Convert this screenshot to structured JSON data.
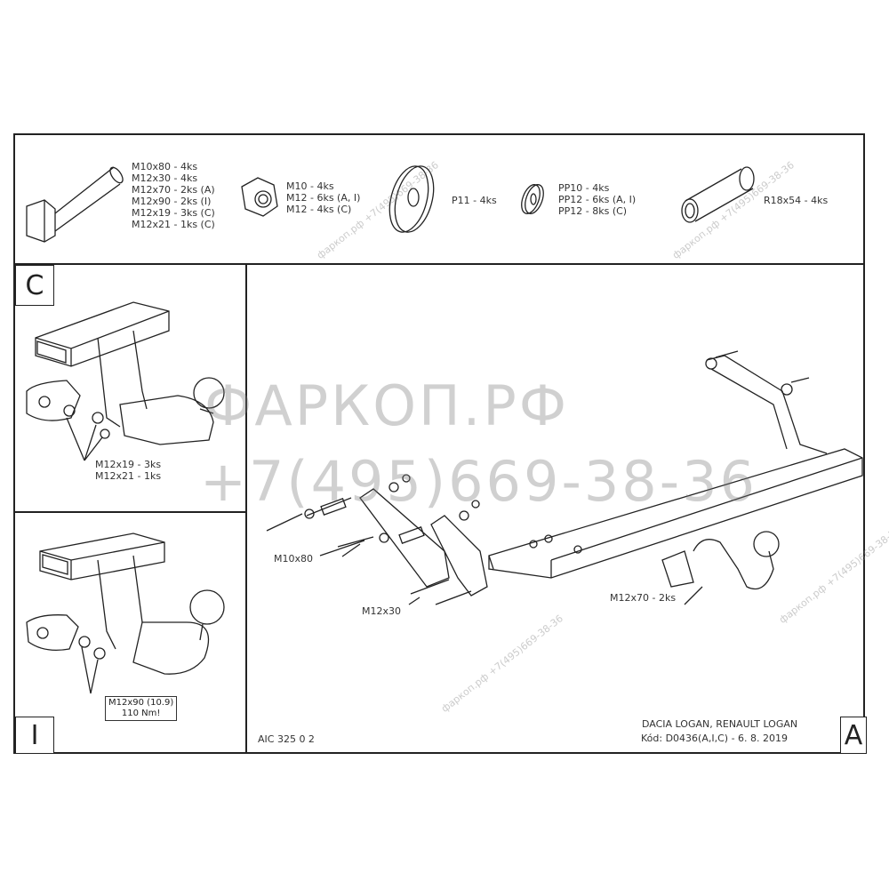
{
  "parts": {
    "bolts": [
      "M10x80 - 4ks",
      "M12x30 - 4ks",
      "M12x70 - 2ks (A)",
      "M12x90 - 2ks (I)",
      "M12x19 - 3ks (C)",
      "M12x21 - 1ks (C)"
    ],
    "nuts": [
      "M10 - 4ks",
      "M12 - 6ks (A, I)",
      "M12 - 4ks (C)"
    ],
    "large_washer": [
      "P11 - 4ks"
    ],
    "washers": [
      "PP10 - 4ks",
      "PP12 - 6ks (A, I)",
      "PP12 - 8ks (C)"
    ],
    "spacer": [
      "R18x54 - 4ks"
    ]
  },
  "view_c": {
    "letter": "C",
    "callouts": [
      "M12x19 - 3ks",
      "M12x21 - 1ks"
    ]
  },
  "view_i": {
    "letter": "I",
    "note_line1": "M12x90 (10.9)",
    "note_line2": "110 Nm!"
  },
  "view_a": {
    "letter": "A",
    "callouts": {
      "m10x80": "M10x80",
      "m12x30": "M12x30",
      "m12x70": "M12x70 - 2ks"
    }
  },
  "title_block": {
    "drawing_no": "AIC 325 0 2",
    "vehicle": "DACIA LOGAN, RENAULT LOGAN",
    "code": "Kód: D0436(A,I,C) - 6. 8. 2019"
  },
  "watermark": {
    "brand": "ФАРКОП.РФ",
    "phone": "+7(495)669-38-36",
    "small": "фаркоп.рф +7(495)669-38-36"
  }
}
